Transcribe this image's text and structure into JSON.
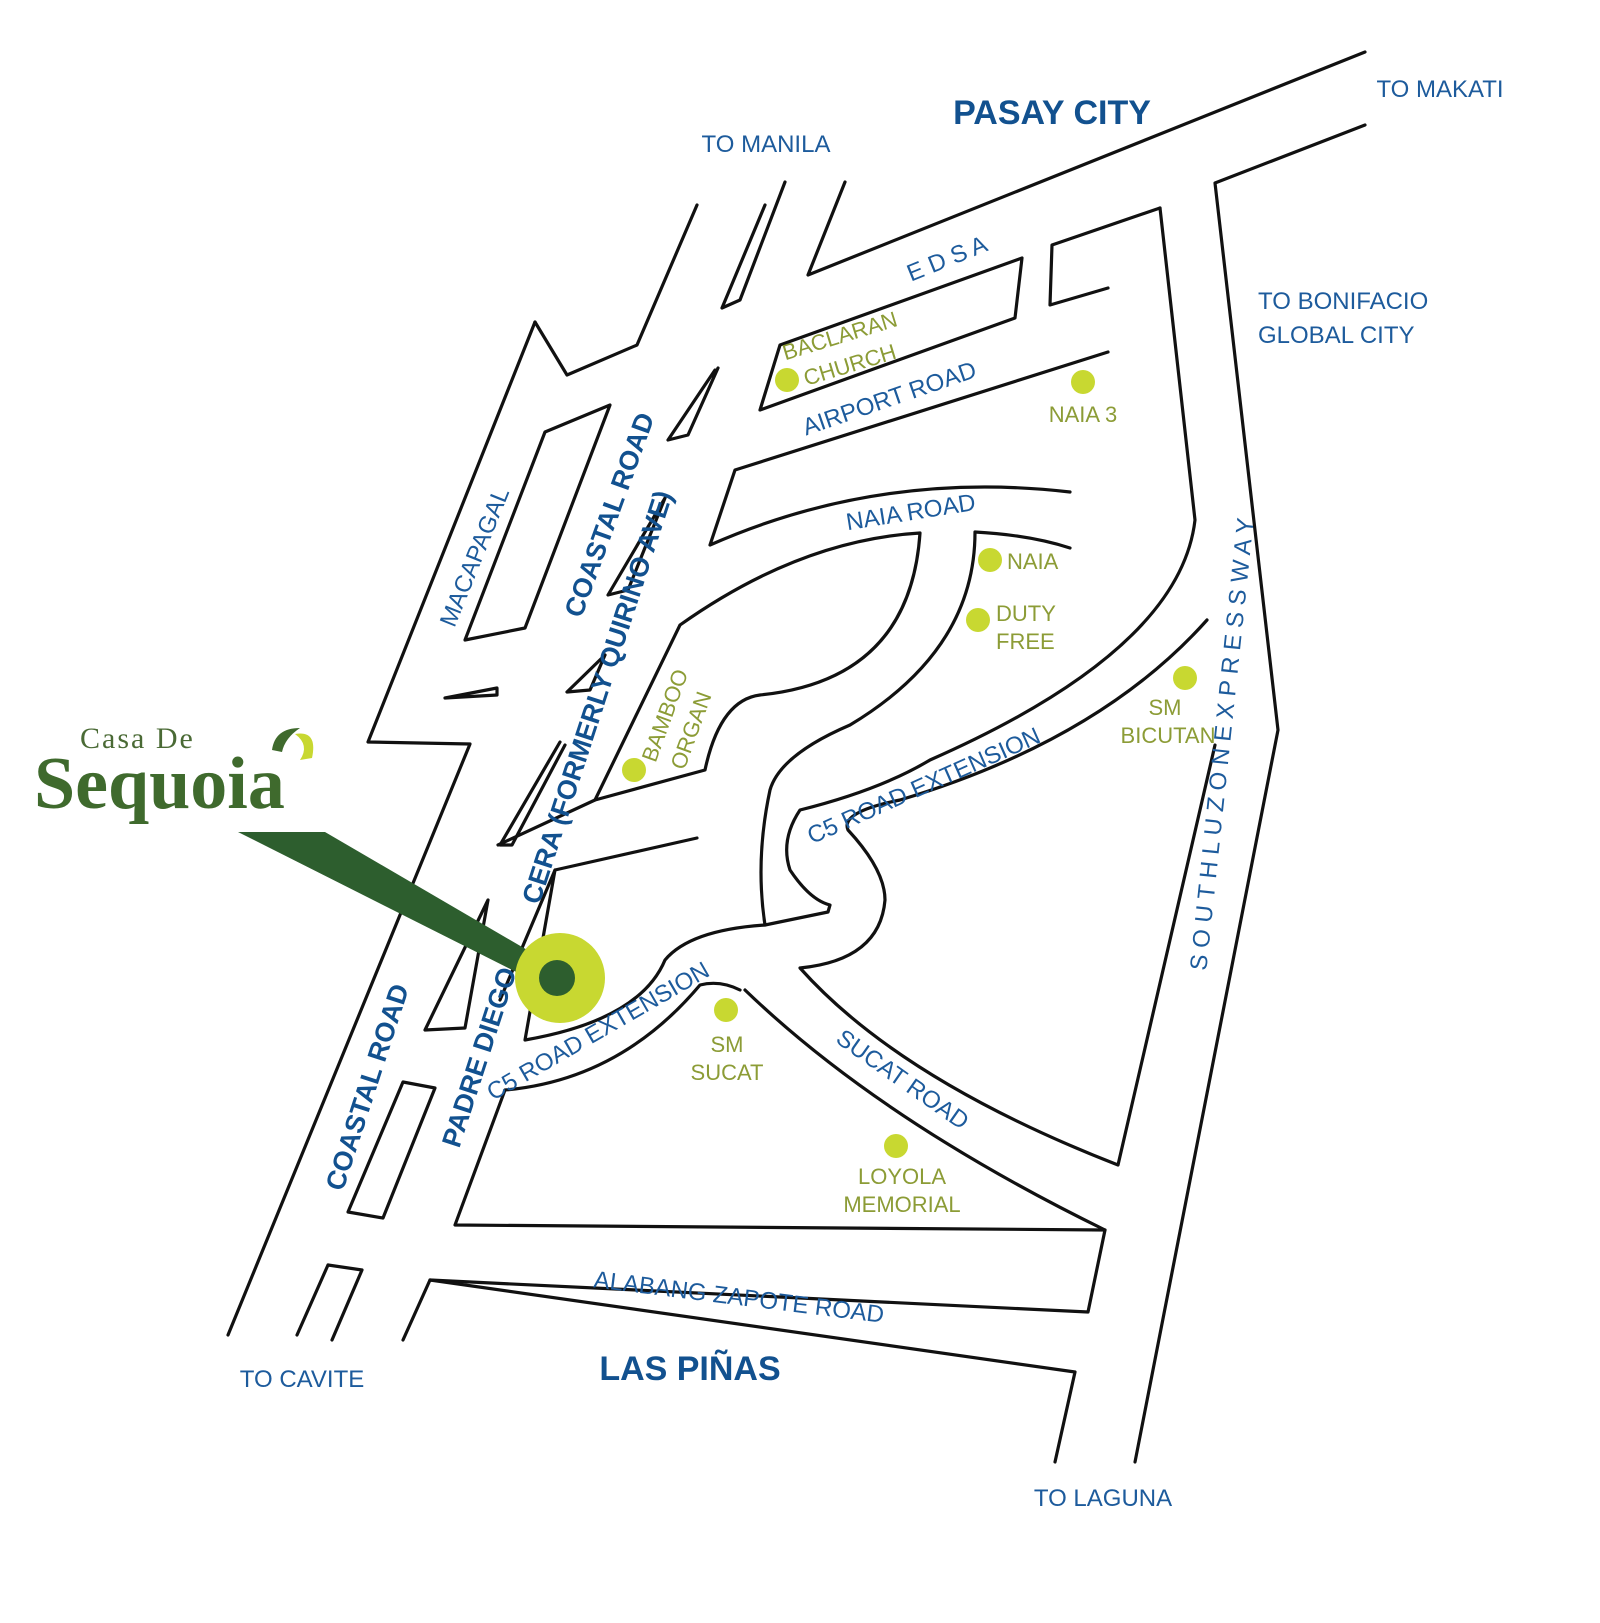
{
  "map": {
    "regions": {
      "north": "PASAY CITY",
      "south": "LAS PIÑAS"
    },
    "directions": {
      "makati": "TO MAKATI",
      "manila": "TO MANILA",
      "bonifacio_1": "TO BONIFACIO",
      "bonifacio_2": "GLOBAL CITY",
      "cavite": "TO CAVITE",
      "laguna": "TO LAGUNA"
    },
    "roads": {
      "edsa": "E D S A",
      "airport": "AIRPORT ROAD",
      "naia_road": "NAIA ROAD",
      "coastal_upper": "COASTAL ROAD",
      "macapagal": "MACAPAGAL",
      "cera": "CERA (FORMERLY QUIRINO AVE)",
      "c5_upper": "C5 ROAD EXTENSION",
      "slex": "S O U T H   L U Z O N   E X P R E S S W A Y",
      "padre_diego": "PADRE DIEGO",
      "coastal_lower": "COASTAL ROAD",
      "c5_lower": "C5 ROAD EXTENSION",
      "sucat": "SUCAT ROAD",
      "alabang": "ALABANG ZAPOTE ROAD"
    },
    "landmarks": [
      {
        "line1": "BACLARAN",
        "line2": "CHURCH"
      },
      {
        "line1": "NAIA 3",
        "line2": ""
      },
      {
        "line1": "NAIA",
        "line2": ""
      },
      {
        "line1": "DUTY",
        "line2": "FREE"
      },
      {
        "line1": "SM",
        "line2": "BICUTAN"
      },
      {
        "line1": "BAMBOO",
        "line2": "ORGAN"
      },
      {
        "line1": "SM",
        "line2": "SUCAT"
      },
      {
        "line1": "LOYOLA",
        "line2": "MEMORIAL"
      }
    ],
    "logo": {
      "top": "Casa De",
      "main": "Sequoia"
    },
    "colors": {
      "road_label": "#1d5b9c",
      "landmark": "#8c9c36",
      "dot": "#c8d831",
      "brand": "#2d5e2e"
    }
  }
}
